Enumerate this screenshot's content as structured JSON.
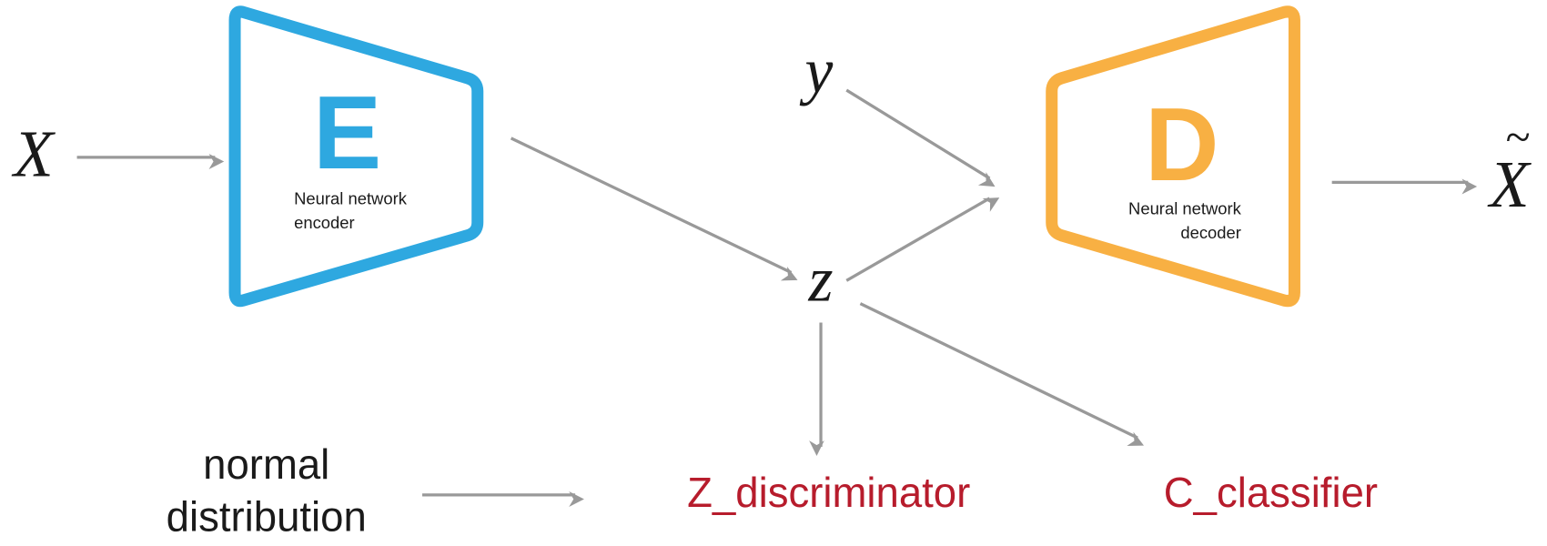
{
  "colors": {
    "encoder": "#2ea8e0",
    "decoder": "#f8b043",
    "arrow": "#999999",
    "output_label": "#b71c2c",
    "text": "#1a1a1a"
  },
  "input_label": "X",
  "output_label": "X",
  "output_tilde": "~",
  "condition_label": "y",
  "latent_label": "z",
  "encoder": {
    "letter": "E",
    "line1": "Neural network",
    "line2": "encoder"
  },
  "decoder": {
    "letter": "D",
    "line1": "Neural network",
    "line2": "decoder"
  },
  "prior": {
    "line1": "normal",
    "line2": "distribution"
  },
  "z_discriminator": "Z_discriminator",
  "c_classifier": "C_classifier"
}
